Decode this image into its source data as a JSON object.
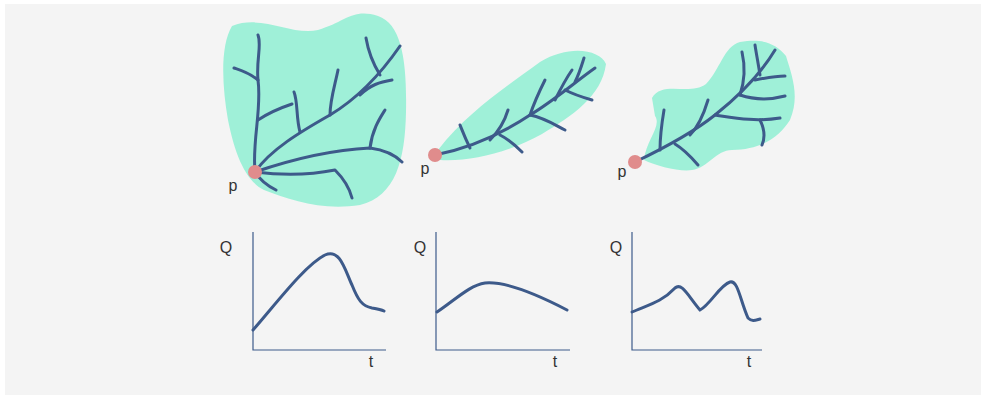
{
  "diagram": {
    "labels": [
      "p",
      "p",
      "p",
      "Q",
      "t",
      "Q",
      "t",
      "Q",
      "t"
    ]
  }
}
